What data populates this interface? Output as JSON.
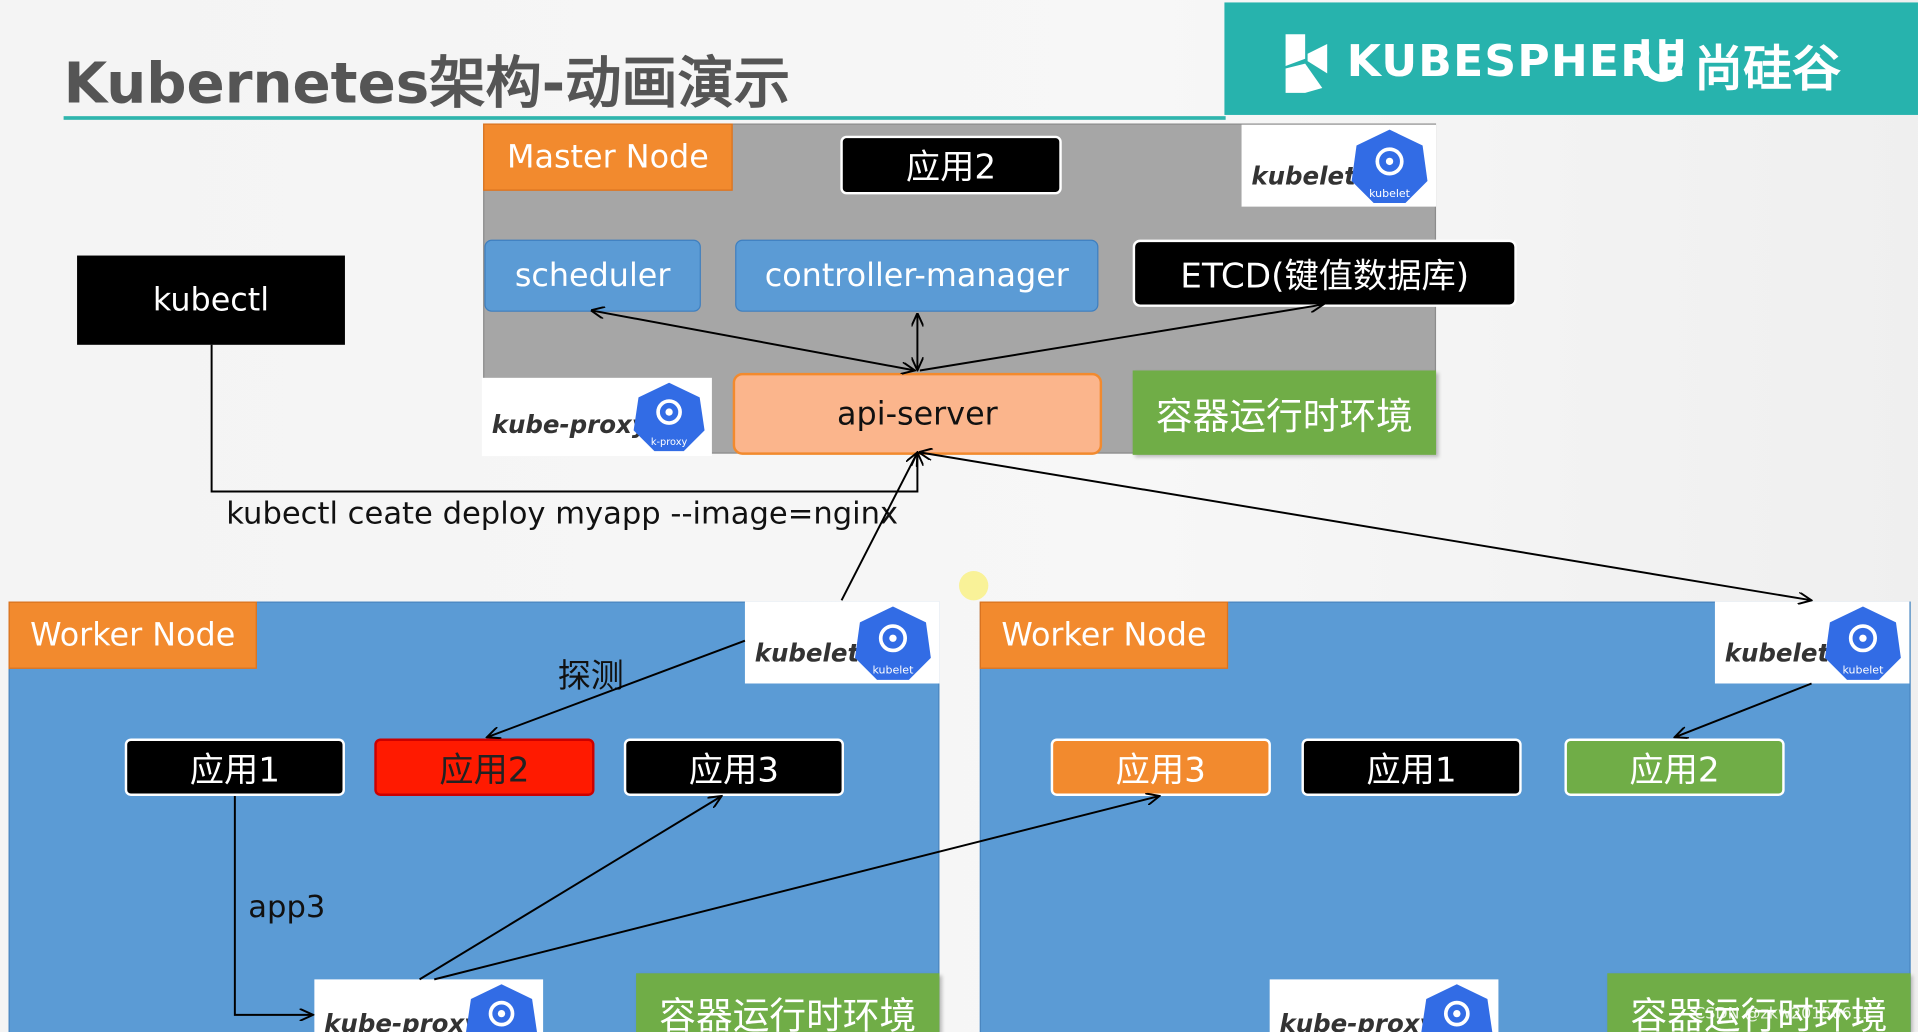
{
  "header": {
    "title": "Kubernetes架构-动画演示",
    "brand_name": "KUBESPHERE",
    "brand_cn": "尚硅谷"
  },
  "master": {
    "label": "Master Node",
    "app": "应用2",
    "kubelet": "kubelet",
    "scheduler": "scheduler",
    "controller_manager": "controller-manager",
    "etcd": "ETCD(键值数据库)",
    "kube_proxy": "kube-proxy",
    "api_server": "api-server",
    "runtime": "容器运行时环境",
    "kubelet_badge": "kubelet",
    "proxy_badge": "k-proxy"
  },
  "kubectl": {
    "label": "kubectl",
    "command": "kubectl ceate deploy myapp --image=nginx"
  },
  "worker1": {
    "label": "Worker Node",
    "kubelet": "kubelet",
    "kubelet_badge": "kubelet",
    "probe": "探测",
    "apps": [
      "应用1",
      "应用2",
      "应用3"
    ],
    "app3_label": "app3",
    "kube_proxy": "kube-proxy",
    "runtime": "容器运行时环境"
  },
  "worker2": {
    "label": "Worker Node",
    "kubelet": "kubelet",
    "kubelet_badge": "kubelet",
    "apps": [
      "应用3",
      "应用1",
      "应用2"
    ],
    "kube_proxy": "kube-proxy",
    "runtime": "容器运行时环境"
  },
  "watermark": "CSDN @zkw20150611",
  "colors": {
    "accent_teal": "#27b3ad",
    "orange": "#f28a2e",
    "blue": "#5b9bd5",
    "green": "#70ad47",
    "red": "#ff1a00",
    "salmon": "#fbb58c"
  }
}
